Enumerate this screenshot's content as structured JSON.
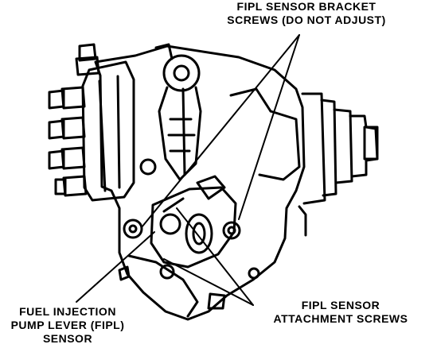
{
  "labels": {
    "bracket_screws": {
      "line1": "FIPL SENSOR BRACKET",
      "line2": "SCREWS (DO NOT ADJUST)"
    },
    "fipl_sensor": {
      "line1": "FUEL INJECTION",
      "line2": "PUMP LEVER (FIPL)",
      "line3": "SENSOR"
    },
    "attachment_screws": {
      "line1": "FIPL SENSOR",
      "line2": "ATTACHMENT SCREWS"
    }
  },
  "colors": {
    "ink": "#000000",
    "paper": "#ffffff"
  }
}
